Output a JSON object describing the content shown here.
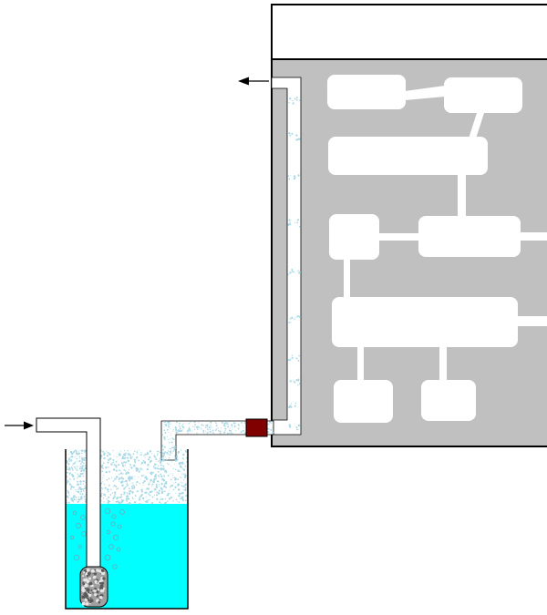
{
  "diagram": {
    "title": "",
    "colors": {
      "background": "#ffffff",
      "outline": "#000000",
      "chamber_fill": "#c0c0c0",
      "chamber_header": "#ffffff",
      "channel_fill": "#ffffff",
      "water_fill": "#00ffff",
      "foam": "#a9d9e6",
      "bubble_stroke": "#6aaab8",
      "valve_fill": "#800000",
      "stone_fill": "#a0a0a0"
    },
    "components": [
      {
        "id": "gas-inlet-arrow",
        "kind": "arrow",
        "direction": "right"
      },
      {
        "id": "gas-inlet-pipe",
        "kind": "pipe"
      },
      {
        "id": "water-container",
        "kind": "container",
        "contents": "water"
      },
      {
        "id": "diffuser-stone",
        "kind": "diffuser"
      },
      {
        "id": "outlet-pipe",
        "kind": "pipe"
      },
      {
        "id": "valve",
        "kind": "valve"
      },
      {
        "id": "chamber",
        "kind": "enclosure"
      },
      {
        "id": "vertical-channel",
        "kind": "channel"
      },
      {
        "id": "exhaust-arrow",
        "kind": "arrow",
        "direction": "left"
      }
    ],
    "chamber_blocks": 9,
    "labels": []
  }
}
